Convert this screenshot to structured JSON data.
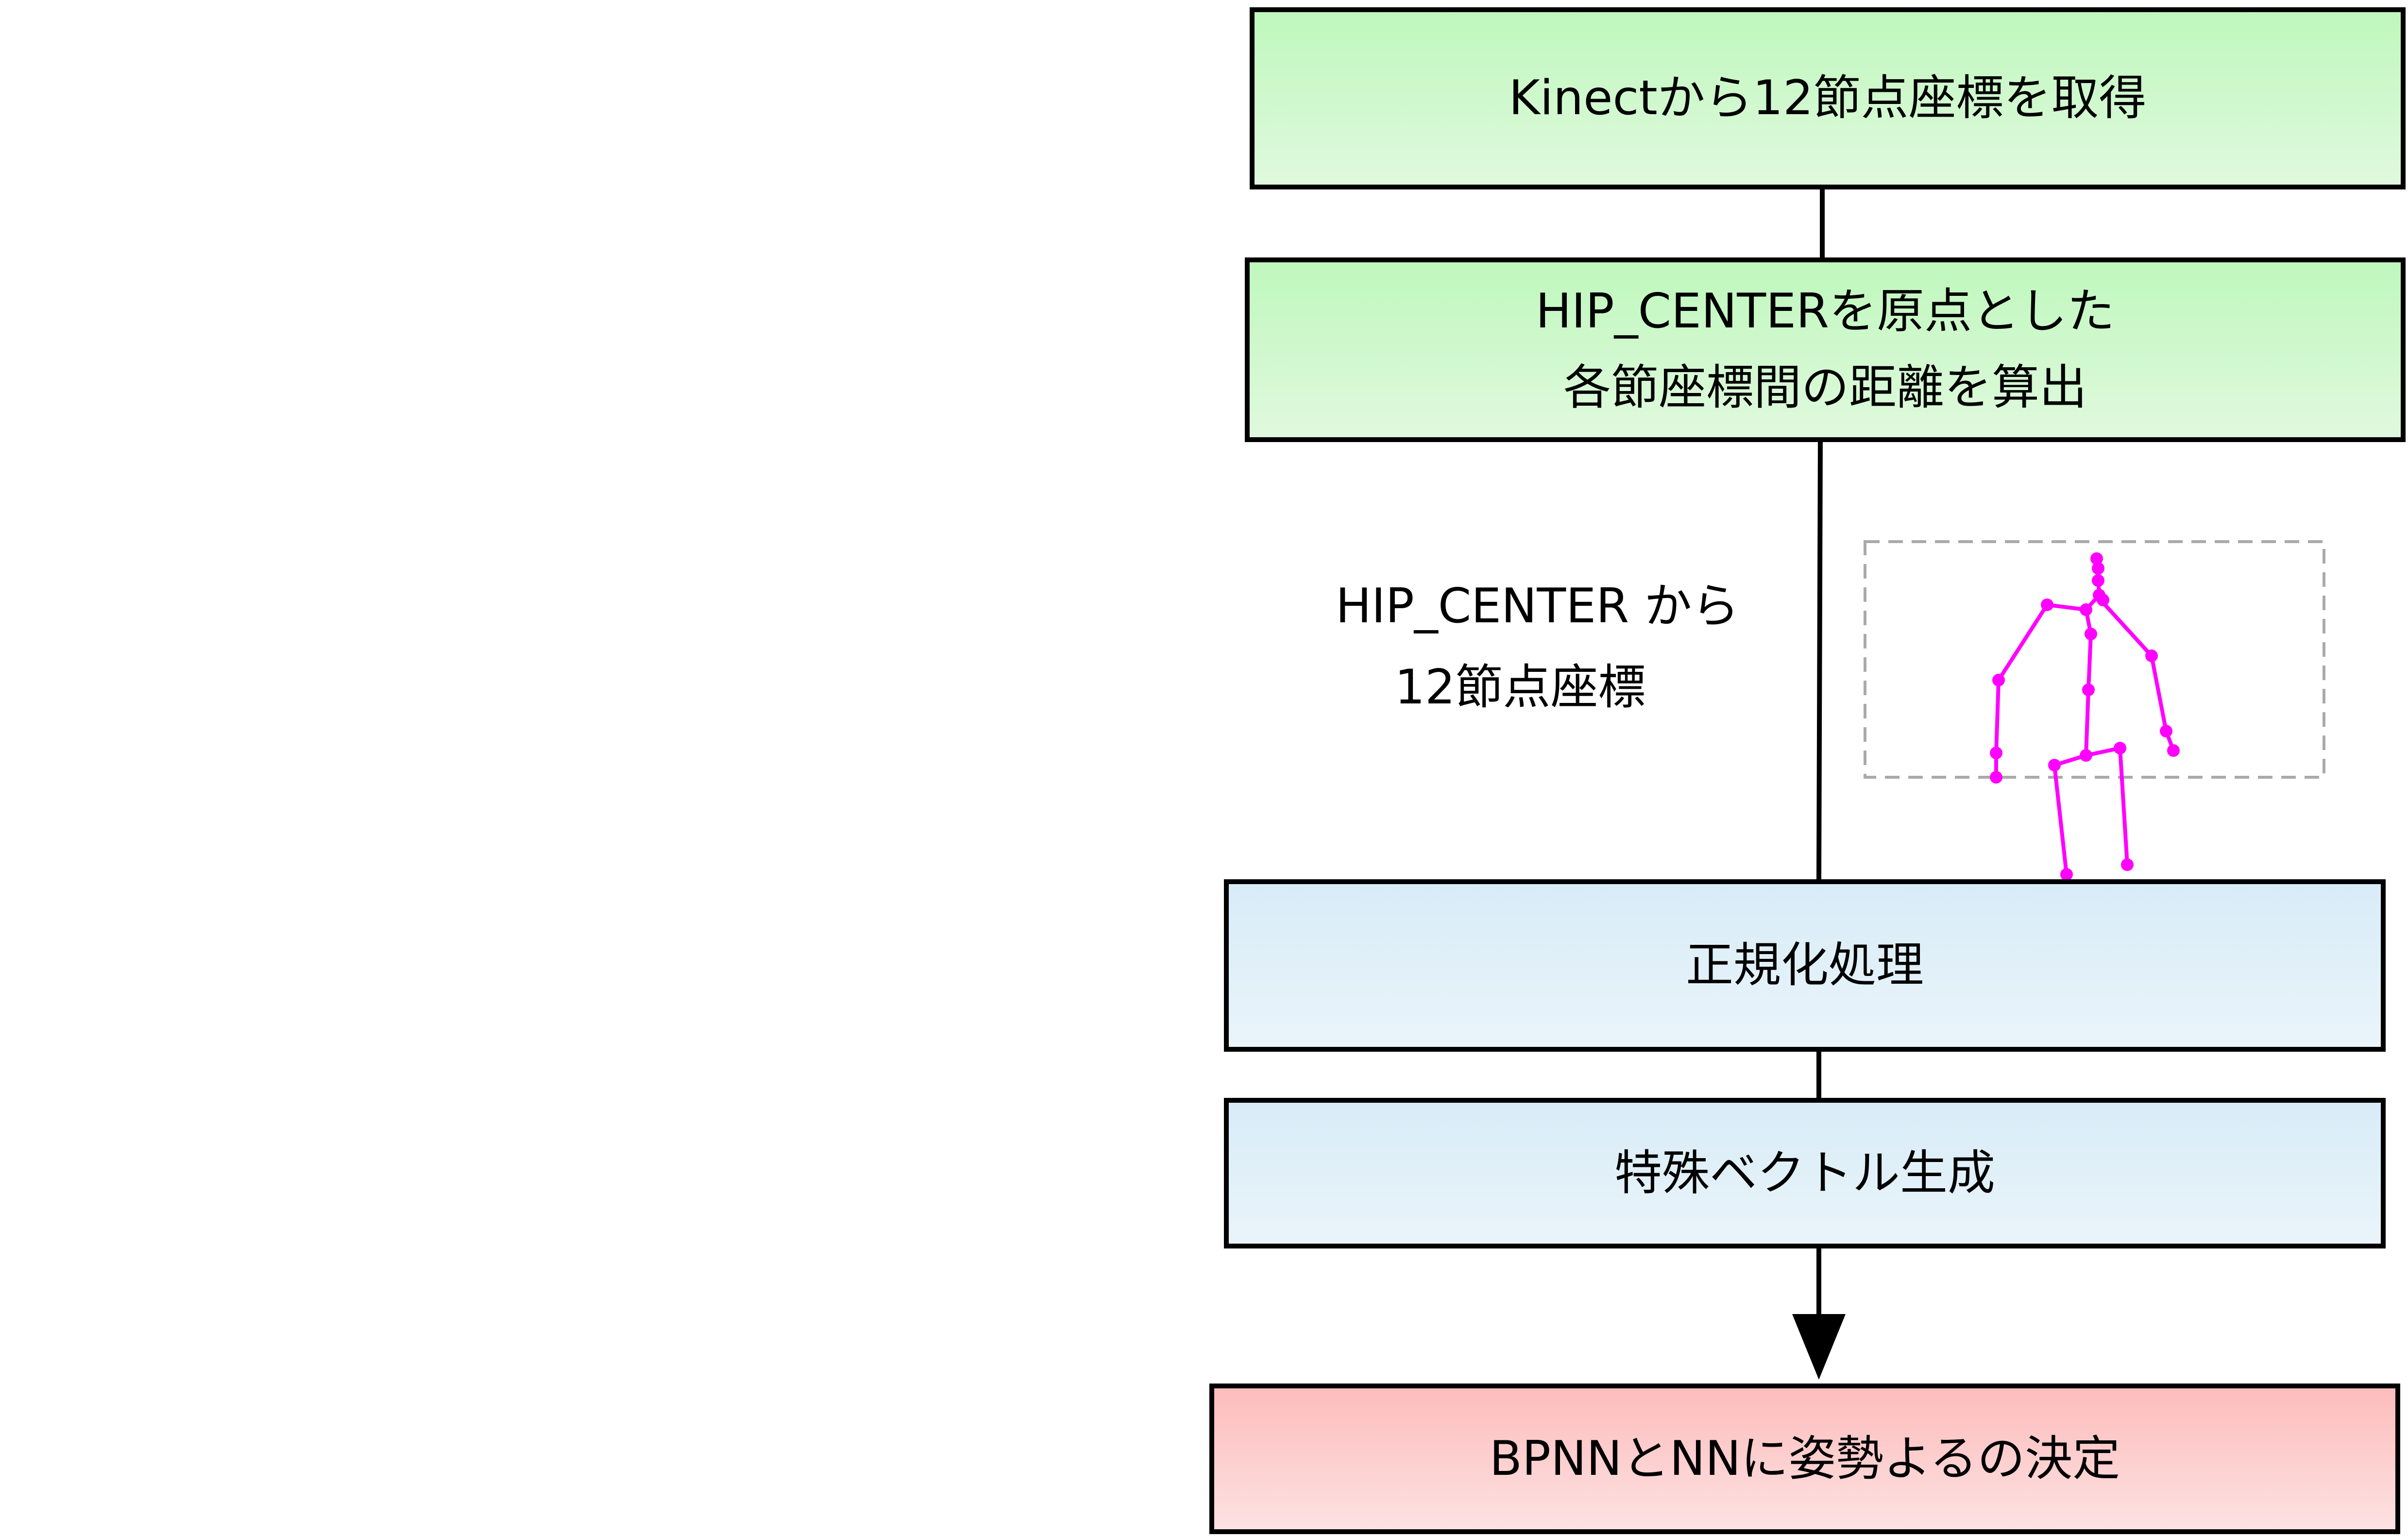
{
  "colors": {
    "stroke": "#000000",
    "skeleton": "#ff00ff",
    "dashed_frame": "#aaaaaa",
    "green_box_top": "#bff8bd",
    "blue_box_top": "#d8ecf7",
    "red_box_top": "#fdbcbc"
  },
  "steps": [
    {
      "lines": [
        "Kinectから12節点座標を取得"
      ]
    },
    {
      "lines": [
        "HIP_CENTERを原点とした",
        "各節座標間の距離を算出"
      ]
    },
    {
      "lines": [
        "正規化処理"
      ]
    },
    {
      "lines": [
        "特殊ベクトル生成"
      ]
    },
    {
      "lines": [
        "BPNNとNNに姿勢よるの決定"
      ]
    }
  ],
  "edge_label": {
    "lines": [
      "HIP_CENTER から",
      "12節点座標"
    ]
  },
  "icons": {
    "skeleton": "kinect-skeleton-icon",
    "arrow": "arrow-down-icon"
  }
}
